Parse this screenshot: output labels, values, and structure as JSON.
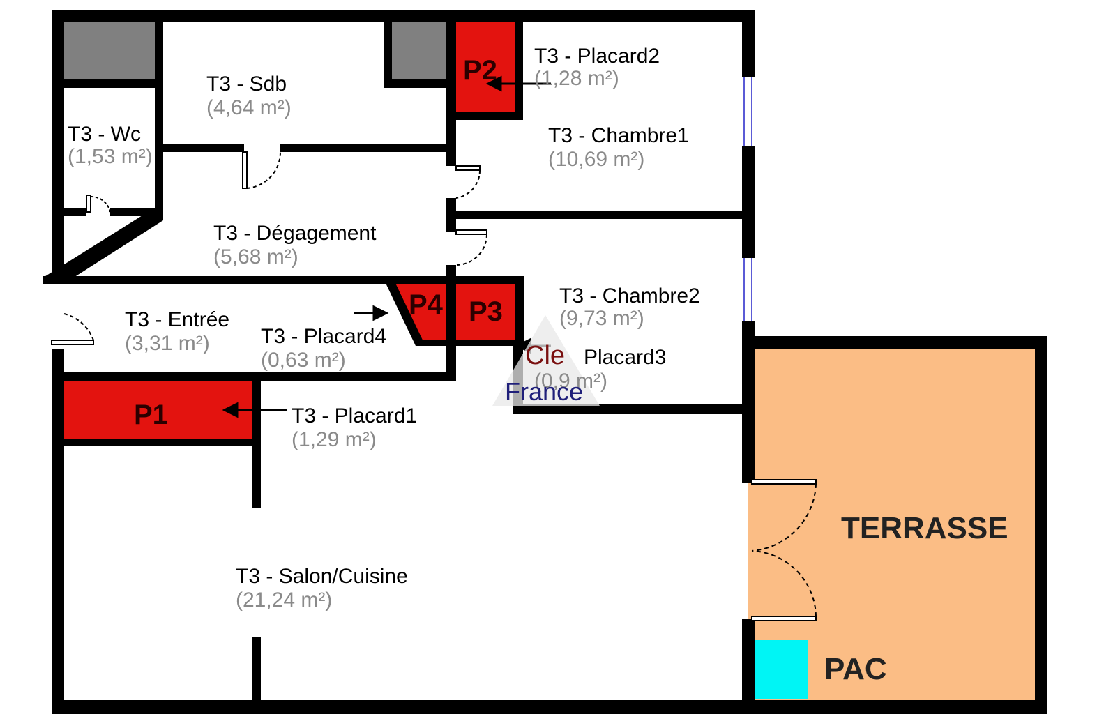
{
  "colors": {
    "wall": "#000000",
    "closet": "#e3130f",
    "duct": "#808080",
    "terrace": "#fbbd85",
    "pac": "#00f5f5",
    "area_text": "#8a8a8a"
  },
  "rooms": {
    "sdb": {
      "name": "T3 - Sdb",
      "area": "(4,64 m²)"
    },
    "wc": {
      "name": "T3 - Wc",
      "area": "(1,53 m²)"
    },
    "placard2": {
      "name": "T3 - Placard2",
      "area": "(1,28 m²)"
    },
    "chambre1": {
      "name": "T3 - Chambre1",
      "area": "(10,69 m²)"
    },
    "degagement": {
      "name": "T3 - Dégagement",
      "area": "(5,68 m²)"
    },
    "chambre2": {
      "name": "T3 - Chambre2",
      "area": "(9,73 m²)"
    },
    "entree": {
      "name": "T3 - Entrée",
      "area": "(3,31 m²)"
    },
    "placard4": {
      "name": "T3 - Placard4",
      "area": "(0,63 m²)"
    },
    "placard3": {
      "name": "Placard3",
      "area": "(0,9 m²)"
    },
    "placard1": {
      "name": "T3 - Placard1",
      "area": "(1,29 m²)"
    },
    "salon": {
      "name": "T3 - Salon/Cuisine",
      "area": "(21,24 m²)"
    }
  },
  "closet_tags": {
    "p1": "P1",
    "p2": "P2",
    "p3": "P3",
    "p4": "P4"
  },
  "terrace_label": "TERRASSE",
  "pac_label": "PAC",
  "watermark": {
    "line1": "Cle",
    "line2": "France"
  }
}
